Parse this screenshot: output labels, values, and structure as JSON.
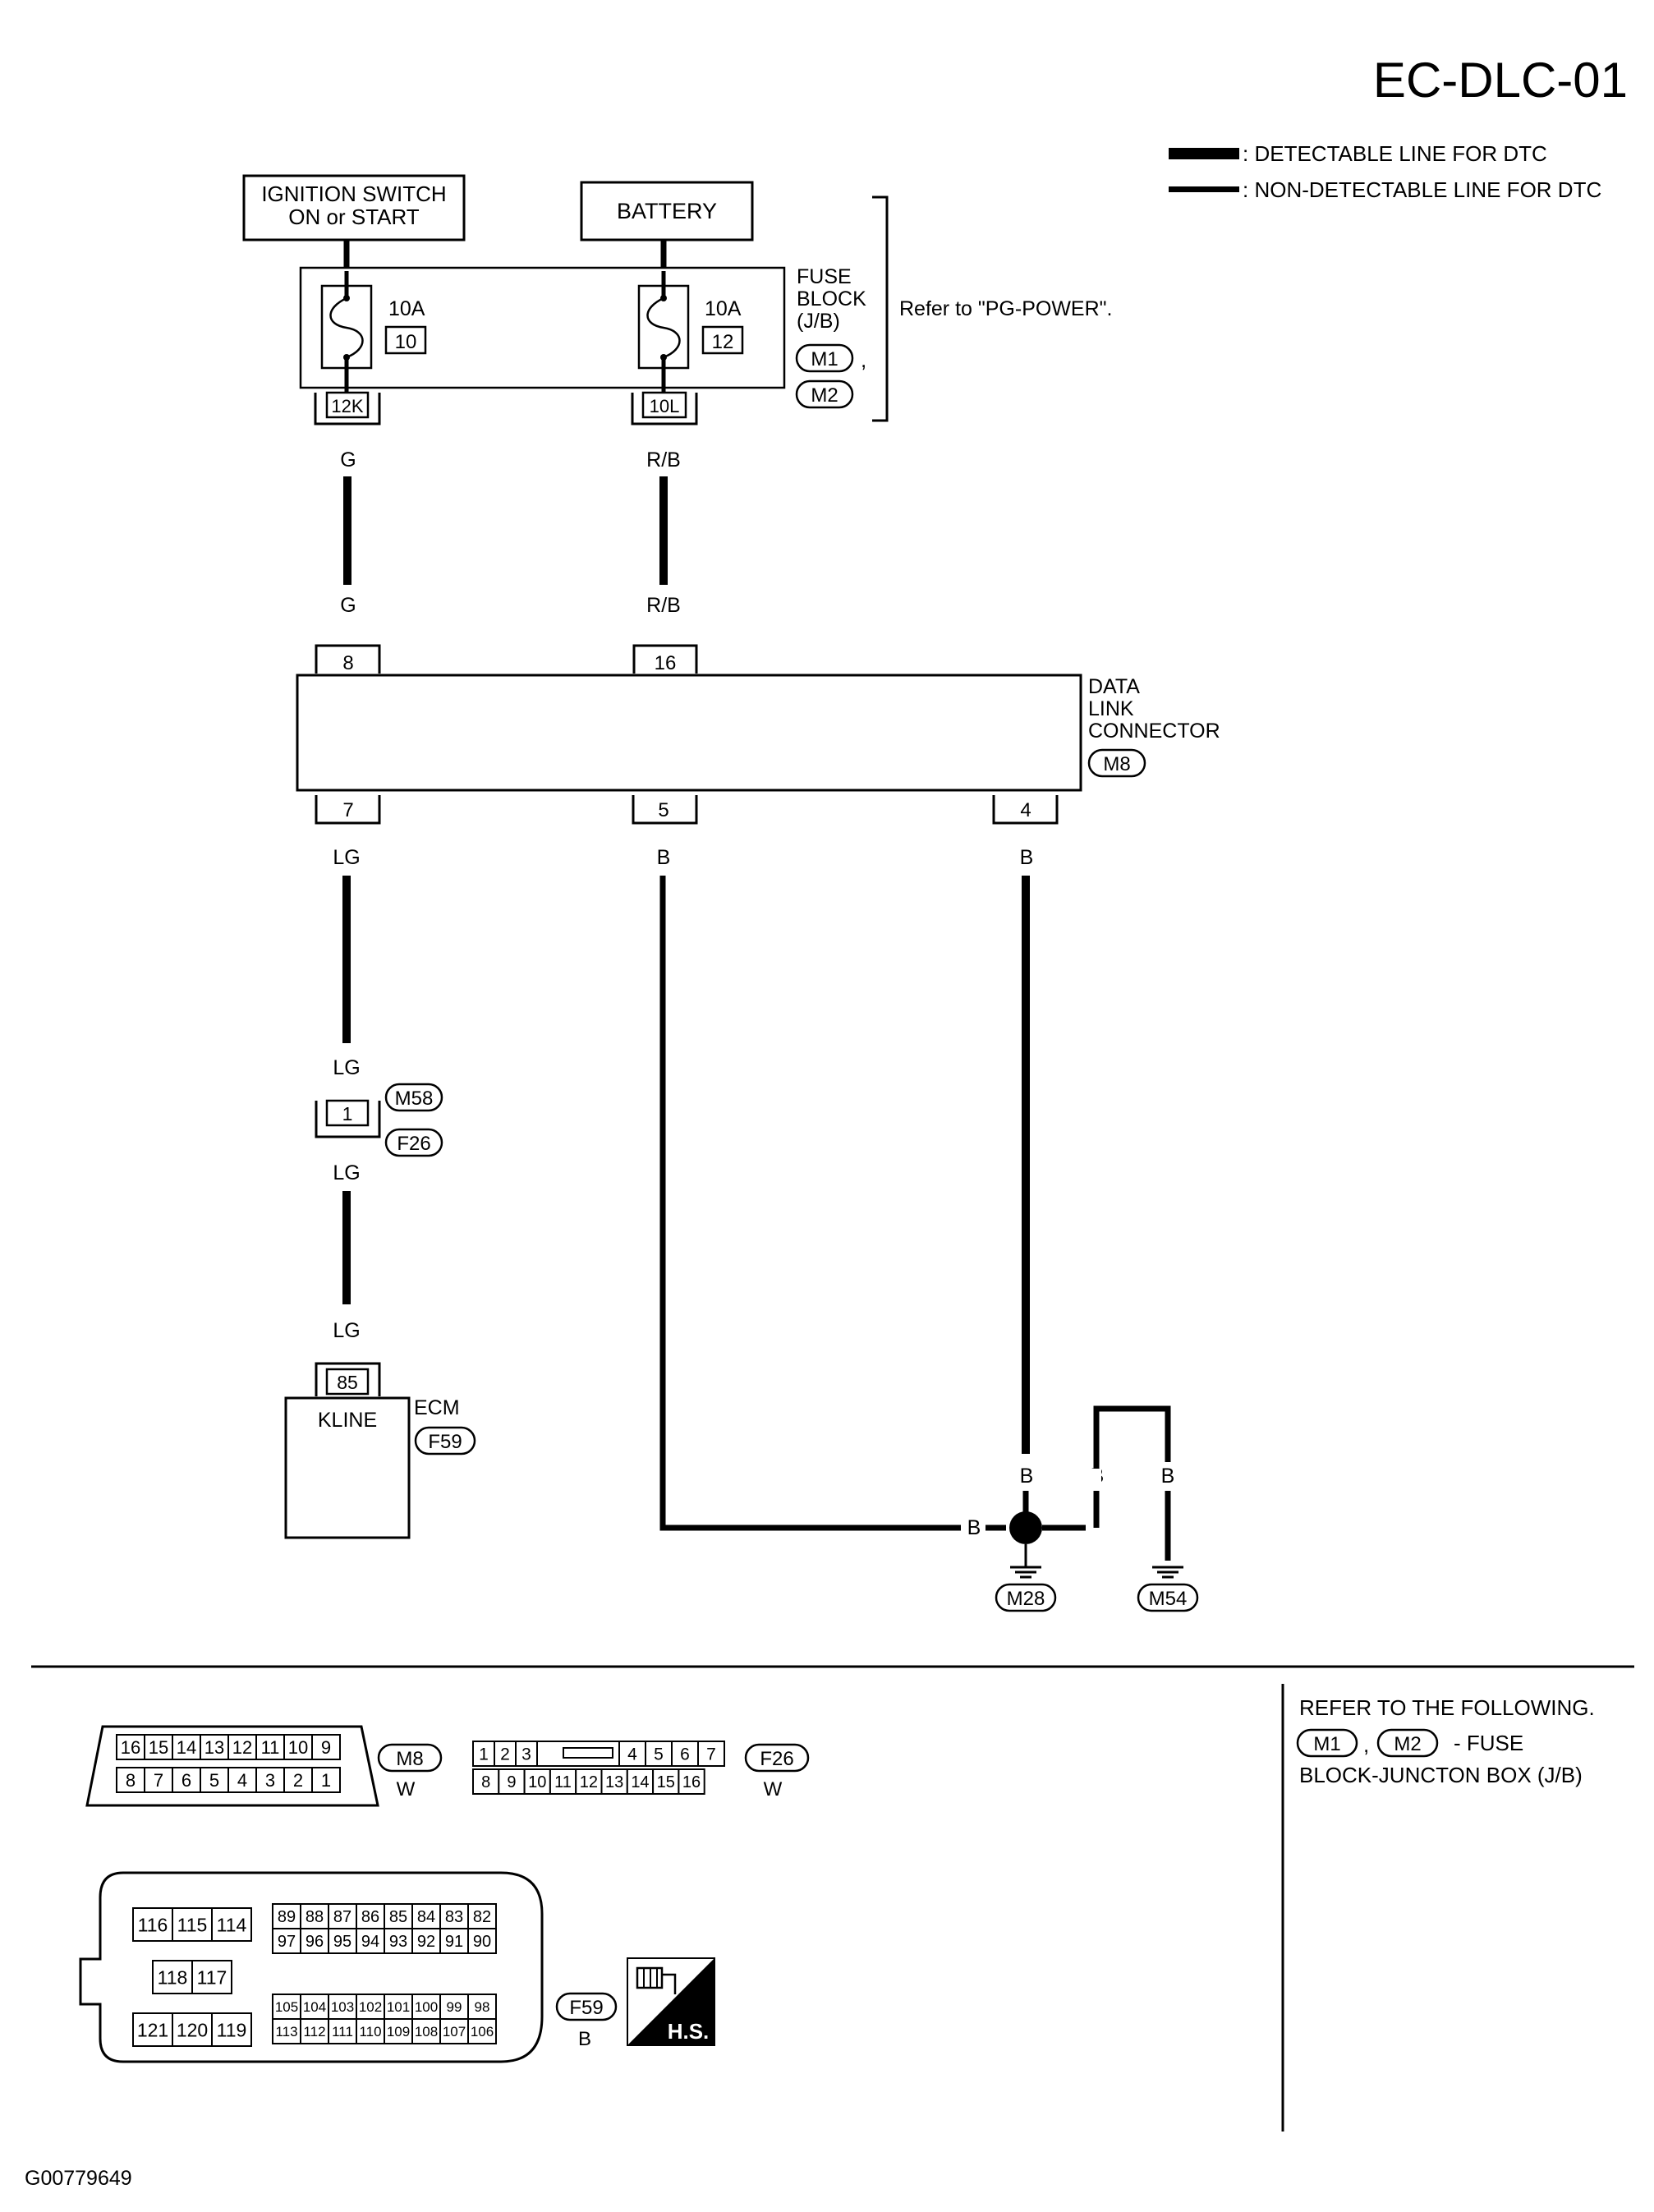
{
  "page_code": "EC-DLC-01",
  "legend": {
    "detectable": ": DETECTABLE LINE FOR DTC",
    "non_detectable": ": NON-DETECTABLE LINE FOR DTC"
  },
  "power": {
    "ignition_line1": "IGNITION SWITCH",
    "ignition_line2": "ON or START",
    "battery": "BATTERY"
  },
  "fuse_block": {
    "name_line1": "FUSE",
    "name_line2": "BLOCK",
    "name_line3": "(J/B)",
    "conn_a": "M1",
    "conn_b": "M2",
    "sep": ",",
    "refer": "Refer to \"PG-POWER\".",
    "fuse_a_amp": "10A",
    "fuse_a_no": "10",
    "fuse_b_amp": "10A",
    "fuse_b_no": "12",
    "term_a": "12K",
    "term_b": "10L"
  },
  "wires": {
    "g": "G",
    "rb": "R/B",
    "lg": "LG",
    "b": "B"
  },
  "dlc": {
    "name_line1": "DATA",
    "name_line2": "LINK",
    "name_line3": "CONNECTOR",
    "conn": "M8",
    "pin_8": "8",
    "pin_16": "16",
    "pin_7": "7",
    "pin_5": "5",
    "pin_4": "4"
  },
  "inline_conn": {
    "pin": "1",
    "conn_a": "M58",
    "conn_b": "F26"
  },
  "ecm": {
    "pin": "85",
    "terminal": "KLINE",
    "name": "ECM",
    "conn": "F59"
  },
  "grounds": {
    "g1": "M28",
    "g2": "M54"
  },
  "connectors": {
    "m8_code": "M8",
    "m8_color": "W",
    "m8_top": [
      "16",
      "15",
      "14",
      "13",
      "12",
      "11",
      "10",
      "9"
    ],
    "m8_bottom": [
      "8",
      "7",
      "6",
      "5",
      "4",
      "3",
      "2",
      "1"
    ],
    "f26_code": "F26",
    "f26_color": "W",
    "f26_top_left": [
      "1",
      "2",
      "3"
    ],
    "f26_top_right": [
      "4",
      "5",
      "6",
      "7"
    ],
    "f26_bottom": [
      "8",
      "9",
      "10",
      "11",
      "12",
      "13",
      "14",
      "15",
      "16"
    ],
    "f59_code": "F59",
    "f59_color": "B",
    "f59_left_top": [
      "116",
      "115",
      "114"
    ],
    "f59_left_mid": [
      "118",
      "117"
    ],
    "f59_left_bot": [
      "121",
      "120",
      "119"
    ],
    "f59_r1": [
      "89",
      "88",
      "87",
      "86",
      "85",
      "84",
      "83",
      "82"
    ],
    "f59_r2": [
      "97",
      "96",
      "95",
      "94",
      "93",
      "92",
      "91",
      "90"
    ],
    "f59_r3": [
      "105",
      "104",
      "103",
      "102",
      "101",
      "100",
      "99",
      "98"
    ],
    "f59_r4": [
      "113",
      "112",
      "111",
      "110",
      "109",
      "108",
      "107",
      "106"
    ],
    "hs_label": "H.S."
  },
  "refer_box": {
    "line1": "REFER TO THE FOLLOWING.",
    "conn_a": "M1",
    "conn_b": "M2",
    "sep": ",",
    "suffix": "- FUSE",
    "line3": "BLOCK-JUNCTON BOX (J/B)"
  },
  "figure_id": "G00779649"
}
